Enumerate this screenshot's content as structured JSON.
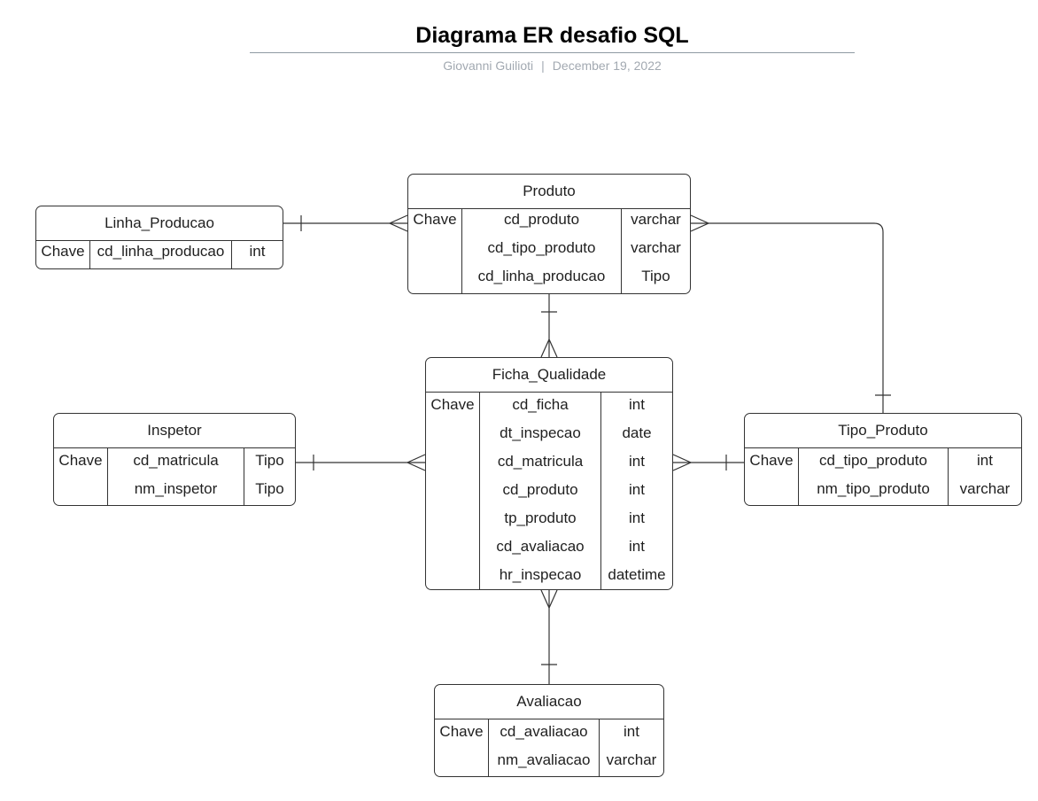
{
  "header": {
    "title": "Diagrama ER desafio SQL",
    "author": "Giovanni Guilioti",
    "separator": "|",
    "date": "December 19, 2022"
  },
  "entities": {
    "produto": {
      "name": "Produto",
      "key_label": "Chave",
      "fields": [
        "cd_produto",
        "cd_tipo_produto",
        "cd_linha_producao"
      ],
      "types": [
        "varchar",
        "varchar",
        "Tipo"
      ]
    },
    "linha_producao": {
      "name": "Linha_Producao",
      "key_label": "Chave",
      "fields": [
        "cd_linha_producao"
      ],
      "types": [
        "int"
      ]
    },
    "ficha_qualidade": {
      "name": "Ficha_Qualidade",
      "key_label": "Chave",
      "fields": [
        "cd_ficha",
        "dt_inspecao",
        "cd_matricula",
        "cd_produto",
        "tp_produto",
        "cd_avaliacao",
        "hr_inspecao"
      ],
      "types": [
        "int",
        "date",
        "int",
        "int",
        "int",
        "int",
        "datetime"
      ]
    },
    "inspetor": {
      "name": "Inspetor",
      "key_label": "Chave",
      "fields": [
        "cd_matricula",
        "nm_inspetor"
      ],
      "types": [
        "Tipo",
        "Tipo"
      ]
    },
    "tipo_produto": {
      "name": "Tipo_Produto",
      "key_label": "Chave",
      "fields": [
        "cd_tipo_produto",
        "nm_tipo_produto"
      ],
      "types": [
        "int",
        "varchar"
      ]
    },
    "avaliacao": {
      "name": "Avaliacao",
      "key_label": "Chave",
      "fields": [
        "cd_avaliacao",
        "nm_avaliacao"
      ],
      "types": [
        "int",
        "varchar"
      ]
    }
  },
  "relationships": [
    {
      "from": "Linha_Producao",
      "from_end": "one",
      "to": "Produto",
      "to_end": "many"
    },
    {
      "from": "Produto",
      "from_end": "many",
      "to": "Tipo_Produto",
      "to_end": "one"
    },
    {
      "from": "Produto",
      "from_end": "one",
      "to": "Ficha_Qualidade",
      "to_end": "many"
    },
    {
      "from": "Inspetor",
      "from_end": "one",
      "to": "Ficha_Qualidade",
      "to_end": "many"
    },
    {
      "from": "Tipo_Produto",
      "from_end": "one",
      "to": "Ficha_Qualidade",
      "to_end": "many"
    },
    {
      "from": "Avaliacao",
      "from_end": "one",
      "to": "Ficha_Qualidade",
      "to_end": "many"
    }
  ],
  "colors": {
    "line": "#333333",
    "title_rule": "#8f9aa3",
    "subtitle": "#a2a9b1"
  }
}
